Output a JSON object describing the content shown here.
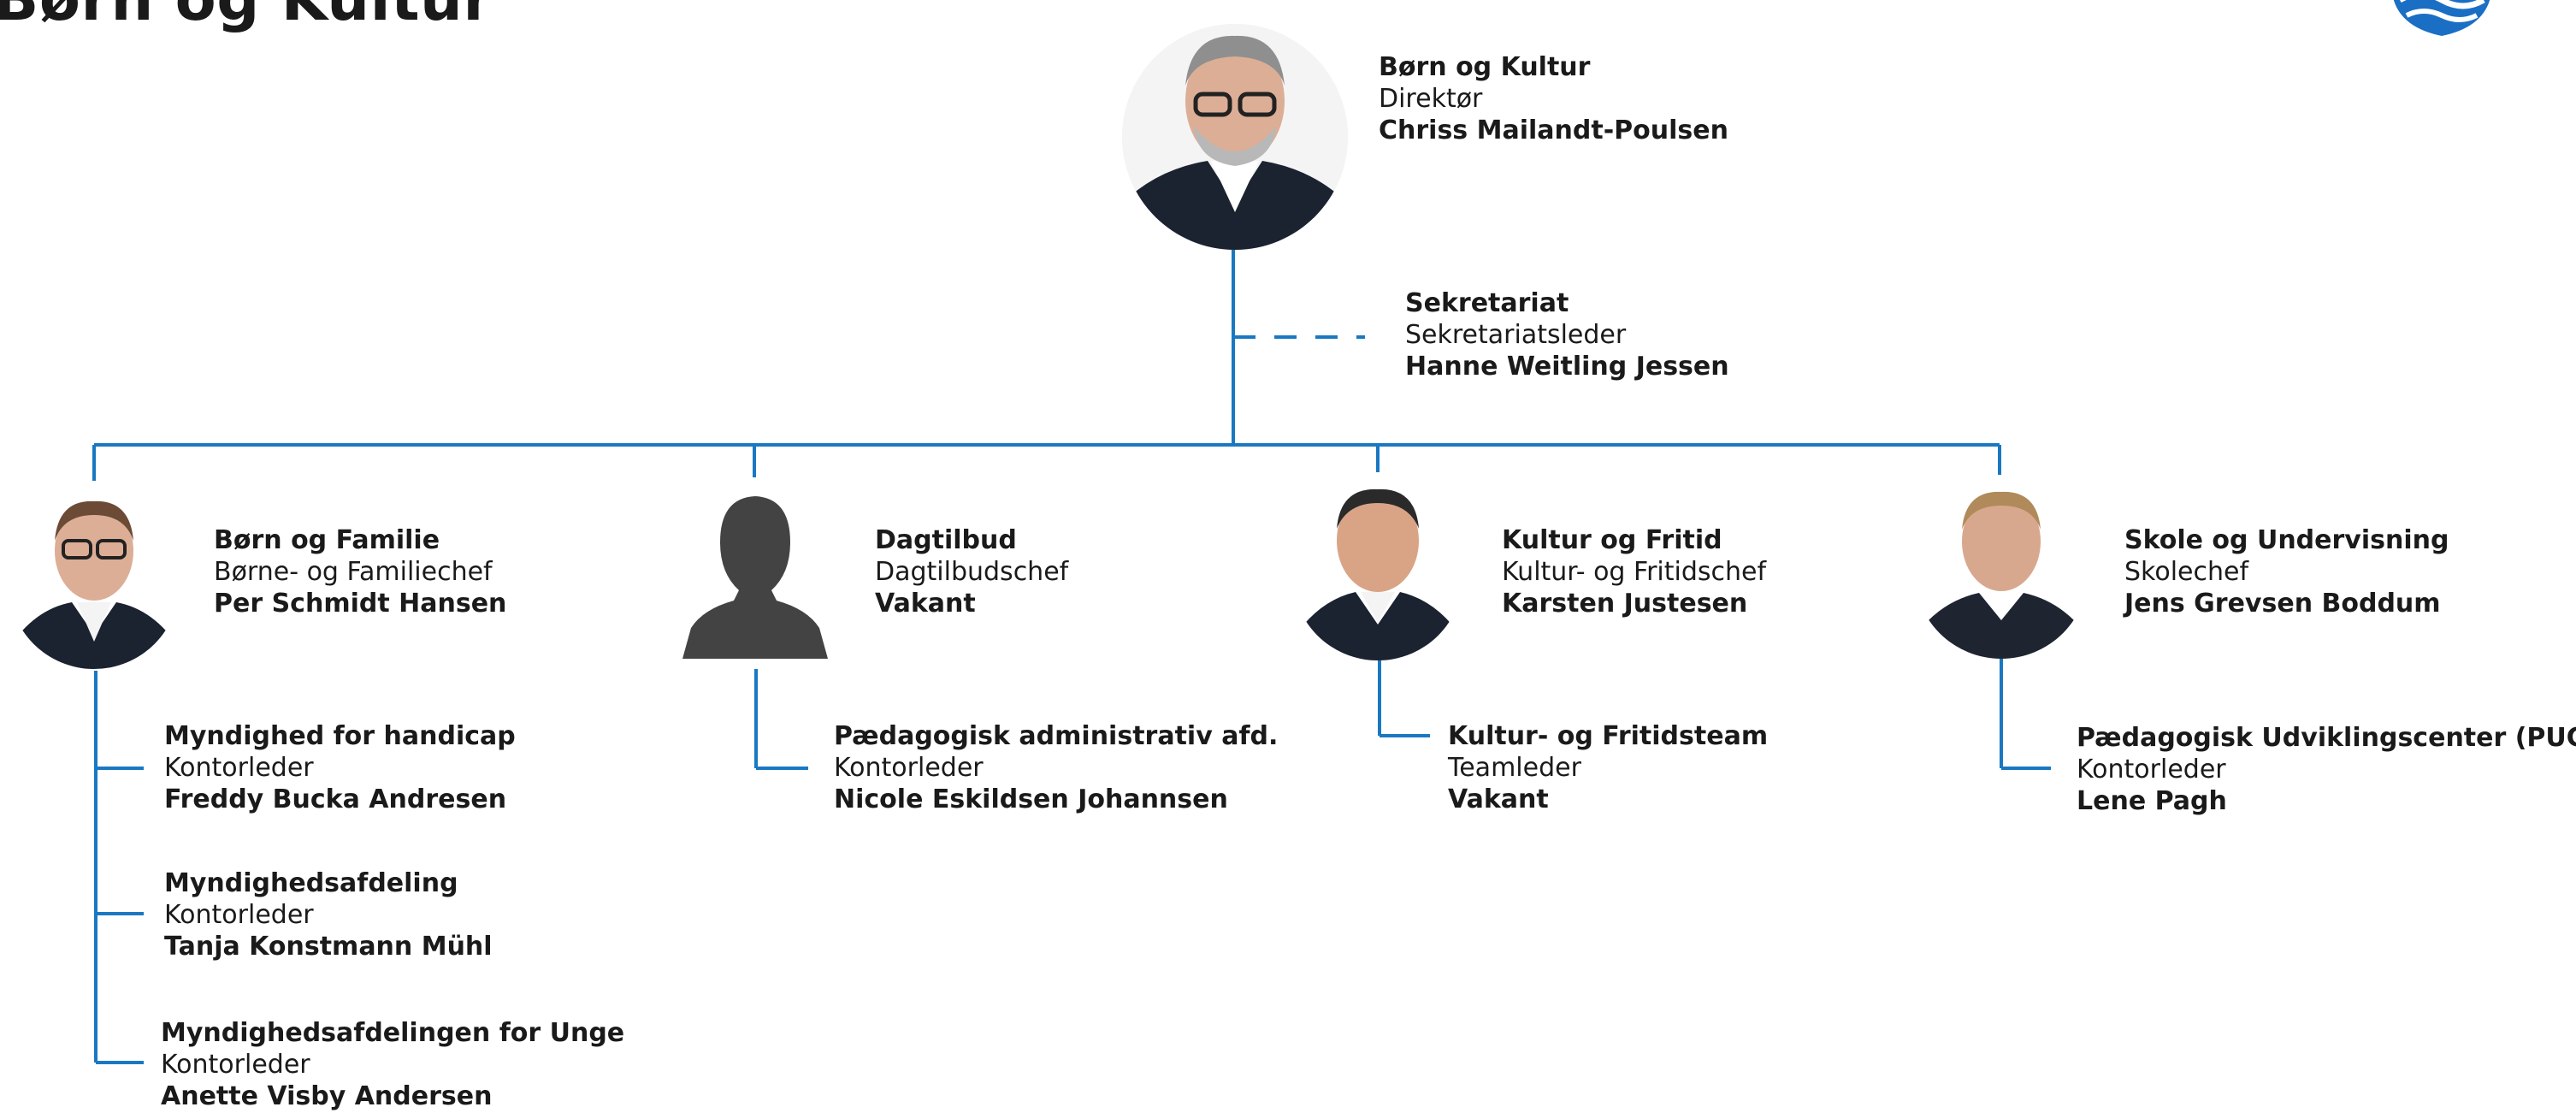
{
  "page": {
    "title": "Børn og Kultur"
  },
  "colors": {
    "line": "#1a78c2",
    "logo_blue": "#1a6fc4",
    "silhouette": "#434343",
    "suit": "#1b2230",
    "skin": "#dcae95"
  },
  "director": {
    "unit": "Børn og Kultur",
    "role": "Direktør",
    "name": "Chriss Mailandt-Poulsen"
  },
  "secretariat": {
    "unit": "Sekretariat",
    "role": "Sekretariatsleder",
    "name": "Hanne Weitling Jessen"
  },
  "departments": [
    {
      "unit": "Børn og Familie",
      "role": "Børne- og Familiechef",
      "name": "Per Schmidt Hansen",
      "subunits": [
        {
          "unit": "Myndighed for handicap",
          "role": "Kontorleder",
          "name": "Freddy Bucka Andresen"
        },
        {
          "unit": "Myndighedsafdeling",
          "role": "Kontorleder",
          "name": "Tanja Konstmann Mühl"
        },
        {
          "unit": "Myndighedsafdelingen for Unge",
          "role": "Kontorleder",
          "name": "Anette Visby Andersen"
        }
      ]
    },
    {
      "unit": "Dagtilbud",
      "role": "Dagtilbudschef",
      "name": "Vakant",
      "subunits": [
        {
          "unit": "Pædagogisk administrativ afd.",
          "role": "Kontorleder",
          "name": "Nicole Eskildsen Johannsen"
        }
      ]
    },
    {
      "unit": "Kultur og Fritid",
      "role": "Kultur- og Fritidschef",
      "name": "Karsten Justesen",
      "subunits": [
        {
          "unit": "Kultur- og Fritidsteam",
          "role": "Teamleder",
          "name": "Vakant"
        }
      ]
    },
    {
      "unit": "Skole og Undervisning",
      "role": "Skolechef",
      "name": "Jens Grevsen Boddum",
      "subunits": [
        {
          "unit": "Pædagogisk Udviklingscenter (PUC)",
          "role": "Kontorleder",
          "name": "Lene Pagh"
        }
      ]
    }
  ]
}
